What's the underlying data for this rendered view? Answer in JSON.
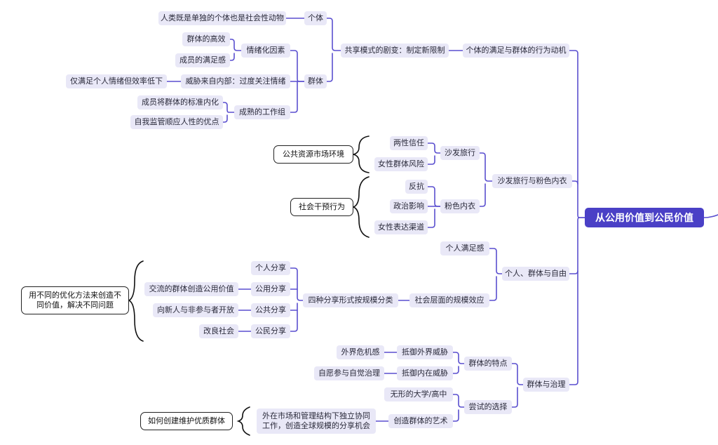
{
  "root": "从公用价值到公民价值",
  "b1": {
    "label": "个体的满足与群体的行为动机",
    "share": "共享模式的剧变：制定新限制",
    "individual": "个体",
    "individual_leaf": "人类既是单独的个体也是社会性动物",
    "group": "群体",
    "emo": "情绪化因素",
    "emo_a": "群体的高效",
    "emo_b": "成员的满足感",
    "threat": "威胁来自内部：过度关注情绪",
    "threat_leaf": "仅满足个人情绪但效率低下",
    "mature": "成熟的工作组",
    "mature_a": "成员将群体的标准内化",
    "mature_b": "自我监管顺应人性的优点"
  },
  "b2": {
    "label": "沙发旅行与粉色内衣",
    "sofa": "沙发旅行",
    "trust": "两性信任",
    "risk": "女性群体风险",
    "pink": "粉色内衣",
    "resist": "反抗",
    "politics": "政治影响",
    "channel": "女性表达渠道",
    "note1": "公共资源市场环境",
    "note2": "社会干预行为"
  },
  "b3": {
    "label": "个人、群体与自由",
    "satisfaction": "个人满足感",
    "scale": "社会层面的规模效应",
    "four": "四种分享形式按规模分类",
    "personal": "个人分享",
    "common": "公用分享",
    "public": "公共分享",
    "civic": "公民分享",
    "common_leaf": "交流的群体创造公用价值",
    "public_leaf": "向新人与非参与者开放",
    "civic_leaf": "改良社会",
    "note": "用不同的优化方法来创造不同价值，解决不同问题"
  },
  "b4": {
    "label": "群体与治理",
    "traits": "群体的特点",
    "defend_out": "抵御外界威胁",
    "defend_out_leaf": "外界危机感",
    "defend_in": "抵御内在威胁",
    "defend_in_leaf": "自愿参与自觉治理",
    "try": "尝试的选择",
    "univ": "无形的大学/高中",
    "art": "创造群体的艺术",
    "art_leaf": "外在市场和管理结构下独立协同工作，创造全球规模的分享机会",
    "note": "如何创建维护优质群体"
  }
}
